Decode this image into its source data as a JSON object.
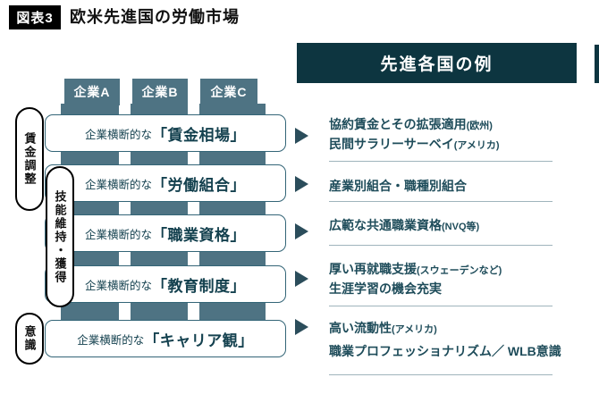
{
  "title": {
    "badge": "図表3",
    "text": "欧米先進国の労働市場"
  },
  "companies": [
    {
      "label": "企業A"
    },
    {
      "label": "企業B"
    },
    {
      "label": "企業C"
    }
  ],
  "rows": [
    {
      "prefix": "企業横断的な",
      "main": "「賃金相場」"
    },
    {
      "prefix": "企業横断的な",
      "main": "「労働組合」"
    },
    {
      "prefix": "企業横断的な",
      "main": "「職業資格」"
    },
    {
      "prefix": "企業横断的な",
      "main": "「教育制度」"
    },
    {
      "prefix": "企業横断的な",
      "main": "「キャリア観」"
    }
  ],
  "side_labels": [
    {
      "label": "賃金調整"
    },
    {
      "label": "技能維持・獲得"
    },
    {
      "label": "意識"
    }
  ],
  "right_panel": {
    "header": "先進各国の例",
    "items": [
      {
        "line1": "協約賃金とその拡張適用",
        "note1": "(欧州)",
        "line2": "民間サラリーサーベイ",
        "note2": "(アメリカ)"
      },
      {
        "line1": "産業別組合・職種別組合",
        "note1": ""
      },
      {
        "line1": "広範な共通職業資格",
        "note1": "(NVQ等)"
      },
      {
        "line1": "厚い再就職支援",
        "note1": "(スウェーデンなど)",
        "line2": "生涯学習の機会充実",
        "note2": ""
      },
      {
        "line1": "高い流動性",
        "note1": "(アメリカ)",
        "line2": "職業プロフェッショナリズム／ WLB意識",
        "note2": ""
      }
    ]
  },
  "colors": {
    "teal": "#4e7383",
    "dark_teal_header": "#0d3540",
    "row_border": "#336577",
    "row_text": "#14414f",
    "item_text": "#1e4c5a",
    "divider": "#9fb4bc",
    "arrow": "#2b4d5b",
    "badge_bg": "#000000"
  }
}
